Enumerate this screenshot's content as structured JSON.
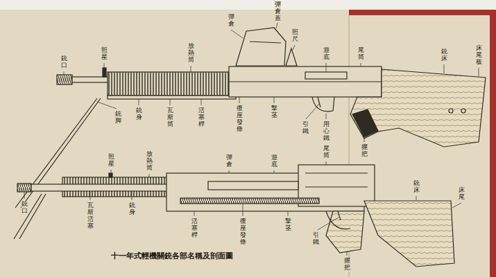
{
  "diagram": {
    "caption": "十一年式輕機關銃各部名稱及剖面圖",
    "labels": [
      "銃口",
      "照星",
      "放熱筒",
      "彈倉",
      "彈倉蓋",
      "照尺",
      "遊底",
      "尾筒",
      "銃床",
      "床尾板",
      "銃脚",
      "銃身",
      "瓦斯筒",
      "活塞桿",
      "復座發條",
      "撃茎",
      "引鐵",
      "用心鐵",
      "握把",
      "照星",
      "放熱筒",
      "彈倉",
      "遊底",
      "尾筒",
      "銃床",
      "床尾",
      "銃口",
      "瓦斯活塞",
      "銃身",
      "活塞桿",
      "復座發條",
      "撃茎",
      "引鐵",
      "握把"
    ]
  }
}
